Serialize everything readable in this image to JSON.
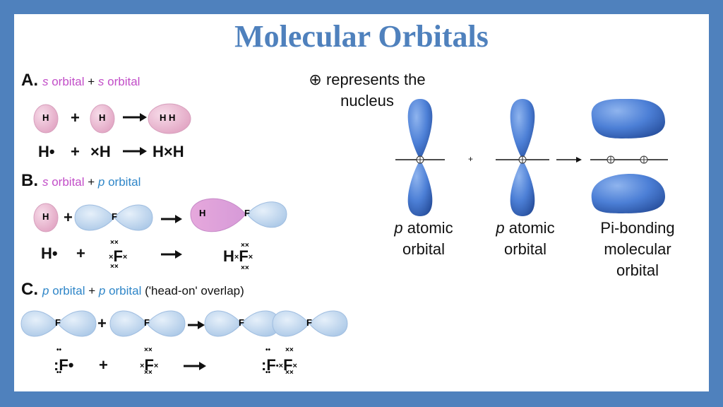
{
  "title": "Molecular Orbitals",
  "section_a": {
    "letter": "A.",
    "label_left_s": "s",
    "label_left_rest": " orbital",
    "plus": " + ",
    "label_right_s": "s",
    "label_right_rest": " orbital",
    "h1": "H",
    "h2": "H",
    "hh": "H H",
    "lewis_left": "H•",
    "lewis_right": "×H",
    "lewis_result": "H×H",
    "plus_sign": "+"
  },
  "section_b": {
    "letter": "B.",
    "label_s": "s",
    "label_s_rest": " orbital",
    "plus": " + ",
    "label_p": "p",
    "label_p_rest": " orbital",
    "h": "H",
    "f": "F",
    "hf_h": "H",
    "hf_f": "F",
    "lewis_h": "H•",
    "lewis_f": "F",
    "lewis_result_h": "H",
    "lewis_result_f": "F",
    "plus_sign": "+"
  },
  "section_c": {
    "letter": "C.",
    "label_p1": "p",
    "label_p1_rest": " orbital",
    "plus": " + ",
    "label_p2": "p",
    "label_p2_rest": " orbital",
    "overlap_note": " ('head-on' overlap)",
    "f_labels": [
      "F",
      "F",
      "F",
      "F"
    ],
    "lewis_f": [
      "F",
      "F",
      "F",
      "F"
    ],
    "plus_sign": "+"
  },
  "nucleus_note": {
    "symbol": "⊕",
    "line1": " represents the",
    "line2": "nucleus"
  },
  "pi_diagram": {
    "plus_sign": "+",
    "captions": [
      {
        "italic": "p",
        "rest": " atomic",
        "line2": "orbital"
      },
      {
        "italic": "p",
        "rest": " atomic",
        "line2": "orbital"
      },
      {
        "line1": "Pi-bonding",
        "line2": "molecular",
        "line3": "orbital"
      }
    ]
  },
  "colors": {
    "border": "#4f81bd",
    "title": "#4f81bd",
    "s_orbital": "#ecbcd4",
    "p_orbital": "#c2d8ef",
    "mo_blue": "#3d6fc8"
  }
}
